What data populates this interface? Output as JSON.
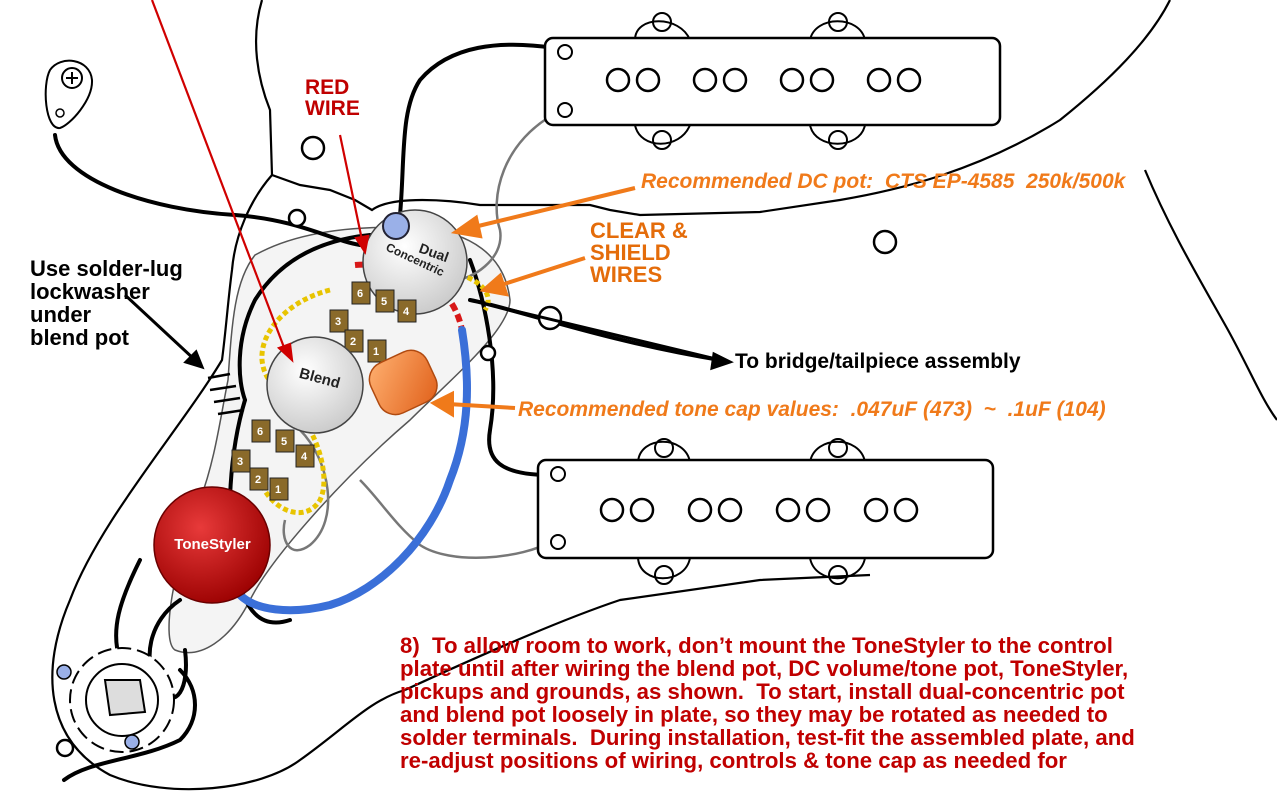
{
  "labels": {
    "red_wire": "RED\nWIRE",
    "lockwasher": "Use solder-lug\nlockwasher\nunder\nblend pot",
    "dc_pot": "Recommended DC pot:  CTS EP-4585  250k/500k",
    "clear_shield": "CLEAR &\nSHIELD\nWIRES",
    "bridge": "To bridge/tailpiece assembly",
    "tone_cap": "Recommended tone cap values:  .047uF (473)  ~  .1uF (104)",
    "blend": "Blend",
    "dual": "Dual",
    "concentric": "Concentric",
    "tonestyler": "ToneStyler"
  },
  "terminals": {
    "dual": [
      "6",
      "5",
      "4",
      "3",
      "2",
      "1"
    ],
    "blend": [
      "6",
      "5",
      "4",
      "3",
      "2",
      "1"
    ]
  },
  "instructions": "8)  To allow room to work, don’t mount the ToneStyler to the control\nplate until after wiring the blend pot, DC volume/tone pot, ToneStyler,\npickups and grounds, as shown.  To start, install dual-concentric pot\nand blend pot loosely in plate, so they may be rotated as needed to\nsolder terminals.  During installation, test-fit the assembled plate, and\nre-adjust positions of wiring, controls & tone cap as needed for",
  "colors": {
    "red_text": "#c00000",
    "orange_text": "#e46c0a",
    "blue_wire": "#3a6fd8",
    "tonestyler": "#c41010"
  }
}
